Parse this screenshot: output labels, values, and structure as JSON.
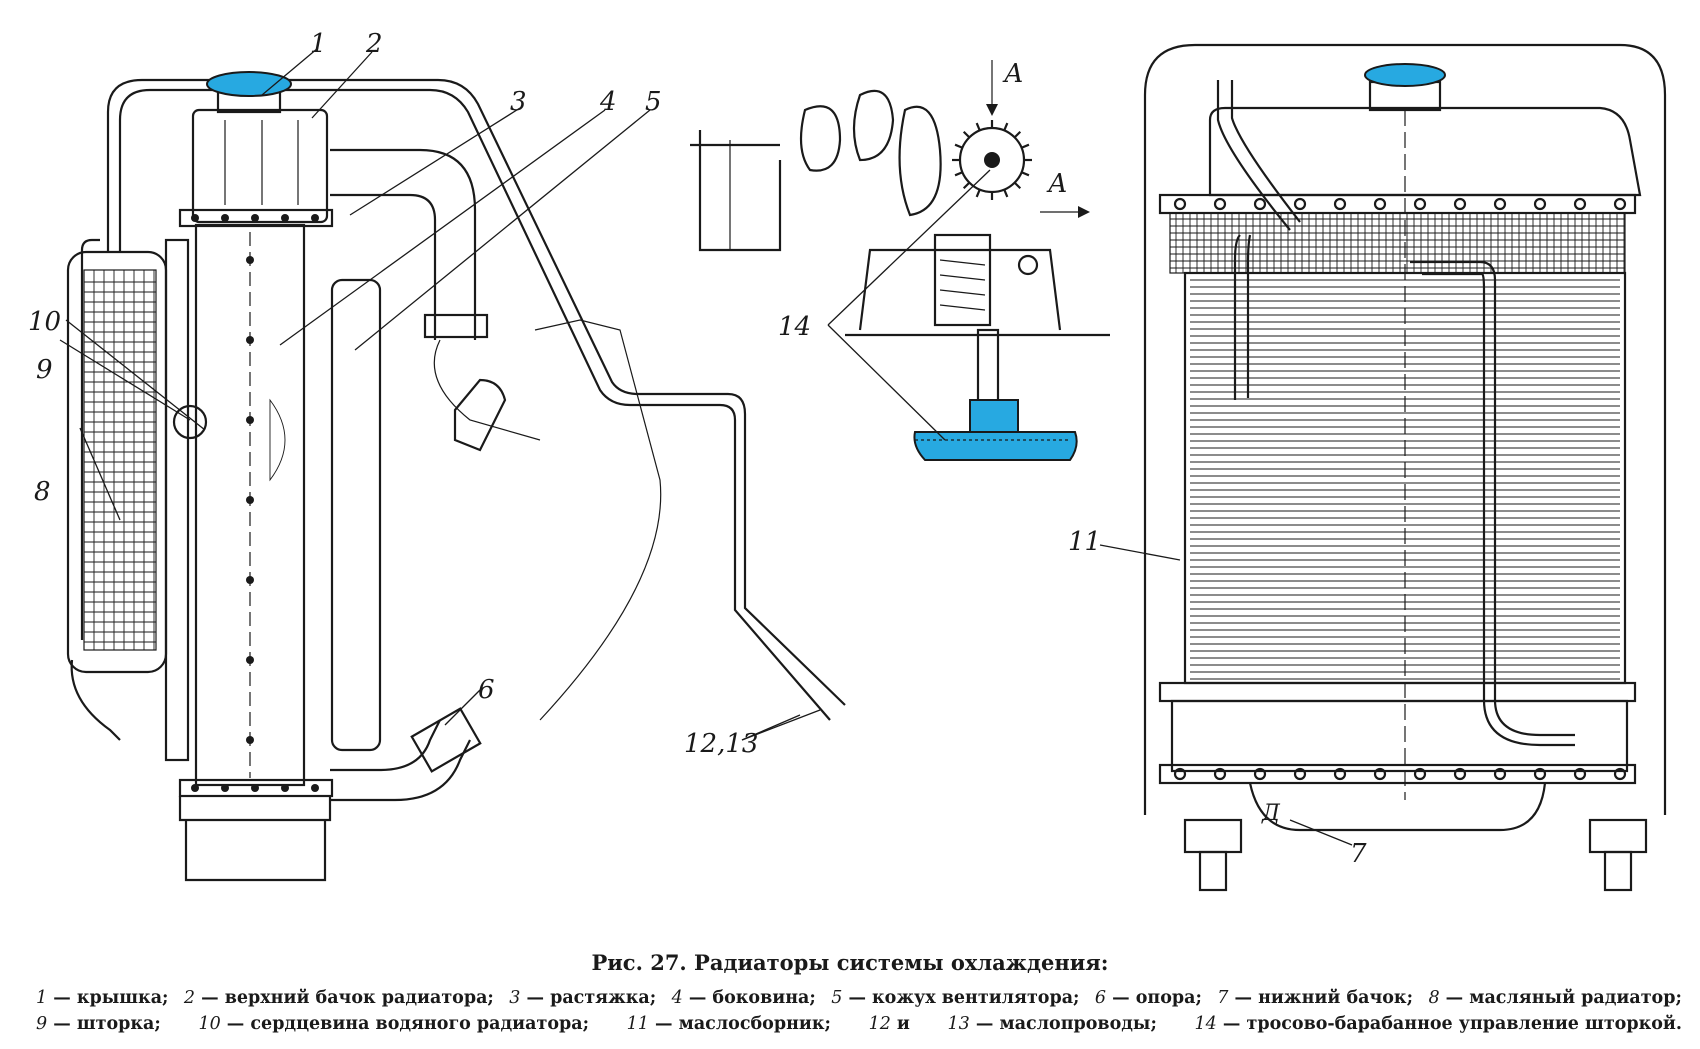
{
  "diagram": {
    "callouts": [
      "1",
      "2",
      "3",
      "4",
      "5",
      "6",
      "7",
      "8",
      "9",
      "10",
      "11",
      "12,13",
      "14"
    ],
    "view_arrow_label": "А",
    "view_marker": "Д"
  },
  "caption": {
    "title": "Рис. 27. Радиаторы системы охлаждения:",
    "legend_line1": [
      {
        "num": "1",
        "text": " — крышка;"
      },
      {
        "num": "2",
        "text": " — верхний бачок радиатора;"
      },
      {
        "num": "3",
        "text": " — растяжка;"
      },
      {
        "num": "4",
        "text": " — боковина;"
      },
      {
        "num": "5",
        "text": " — кожух вентилятора;"
      },
      {
        "num": "6",
        "text": " — опора;"
      },
      {
        "num": "7",
        "text": " — нижний бачок;"
      },
      {
        "num": "8",
        "text": " — масляный радиатор;"
      }
    ],
    "legend_line2": [
      {
        "num": "9",
        "text": " — шторка;"
      },
      {
        "num": "10",
        "text": " — сердцевина водяного радиатора;"
      },
      {
        "num": "11",
        "text": " — маслосборник;"
      },
      {
        "num": "12",
        "text": " и"
      },
      {
        "num": "13",
        "text": " — маслопроводы;"
      },
      {
        "num": "14",
        "text": " — тросово-барабанное управление шторкой."
      }
    ]
  },
  "colors": {
    "accent_part": "#27a9e1",
    "ink": "#1a1a1a"
  }
}
